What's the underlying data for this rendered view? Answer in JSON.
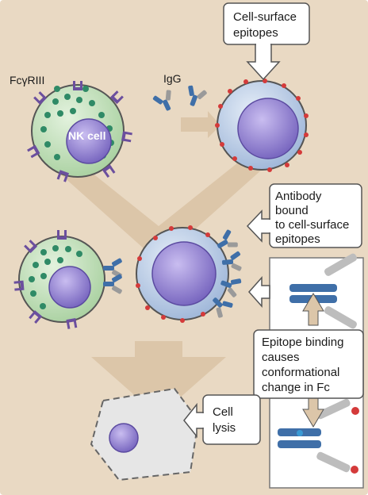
{
  "labels": {
    "fc_receptor": "FcγRIII",
    "igg": "IgG",
    "nk_cell": "NK cell",
    "cell_surface_epitopes": [
      "Cell-surface",
      "epitopes"
    ],
    "antibody_bound": [
      "Antibody",
      "bound",
      "to cell-surface",
      "epitopes"
    ],
    "epitope_binding": [
      "Epitope binding",
      "causes",
      "conformational",
      "change in Fc"
    ],
    "cell_lysis": [
      "Cell",
      "lysis"
    ]
  },
  "colors": {
    "background": "#e9d9c3",
    "flow_arrow": "#dcc6a9",
    "nk_cytoplasm": "#c9e3c2",
    "nk_granule": "#2f8a66",
    "nucleus": "#8a78c8",
    "target_cell": "#b9cce4",
    "receptor": "#6b4f9e",
    "epitope": "#d43a3a",
    "antibody_blue": "#3f6fa8",
    "antibody_gray": "#9a9a9a",
    "callout_fill": "#ffffff"
  }
}
